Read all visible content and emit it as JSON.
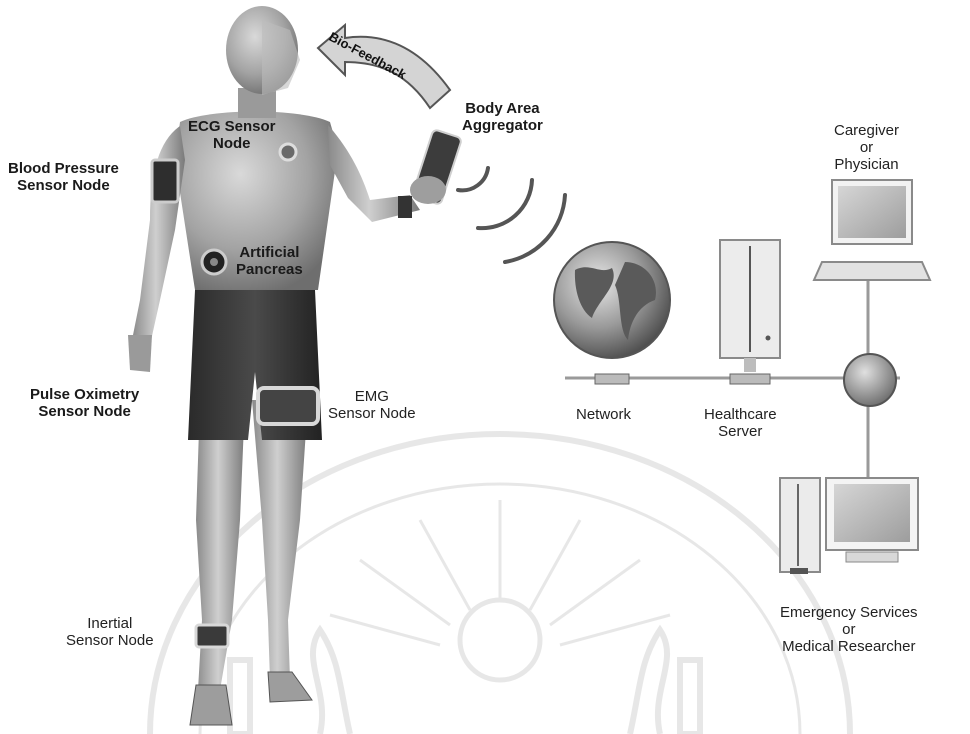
{
  "labels": {
    "bio_feedback": "Bio-Feedback",
    "body_area_aggregator": [
      "Body Area",
      "Aggregator"
    ],
    "ecg_sensor_node": [
      "ECG Sensor",
      "Node"
    ],
    "blood_pressure_sensor_node": [
      "Blood Pressure",
      "Sensor Node"
    ],
    "artificial_pancreas": [
      "Artificial",
      "Pancreas"
    ],
    "pulse_oximetry_sensor_node": [
      "Pulse Oximetry",
      "Sensor Node"
    ],
    "emg_sensor_node": [
      "EMG",
      "Sensor Node"
    ],
    "inertial_sensor_node": [
      "Inertial",
      "Sensor Node"
    ],
    "network": "Network",
    "healthcare_server": [
      "Healthcare",
      "Server"
    ],
    "caregiver_or_physician": [
      "Caregiver",
      "or",
      "Physician"
    ],
    "emergency_services": [
      "Emergency Services",
      "or",
      "Medical Researcher"
    ]
  }
}
